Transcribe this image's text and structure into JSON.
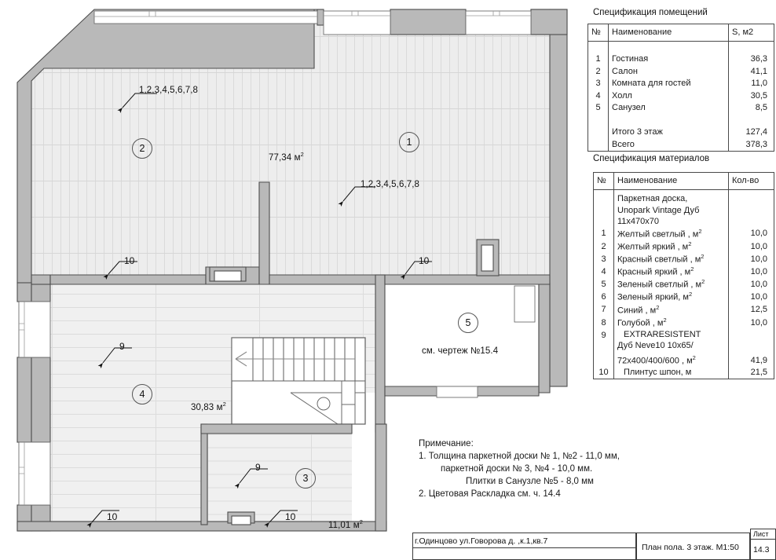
{
  "drawing": {
    "title": "План пола. 3 этаж. M1:50",
    "address": "г.Одинцово ул.Говорова д.      ,к.1,кв.7",
    "sheet_label": "Лист",
    "sheet_number": "14.3"
  },
  "rooms_spec": {
    "title": "Спецификация помещений",
    "headers": {
      "num": "№",
      "name": "Наименование",
      "area": "S, м2"
    },
    "rows": [
      {
        "num": "1",
        "name": "Гостиная",
        "area": "36,3"
      },
      {
        "num": "2",
        "name": "Салон",
        "area": "41,1"
      },
      {
        "num": "3",
        "name": "Комната для гостей",
        "area": "11,0"
      },
      {
        "num": "4",
        "name": "Холл",
        "area": "30,5"
      },
      {
        "num": "5",
        "name": "Санузел",
        "area": "8,5"
      }
    ],
    "totals": [
      {
        "name": "Итого 3 этаж",
        "area": "127,4"
      },
      {
        "name": "Всего",
        "area": "378,3"
      }
    ]
  },
  "materials_spec": {
    "title": "Спецификация материалов",
    "headers": {
      "num": "№",
      "name": "Наименование",
      "qty": "Кол-во"
    },
    "group_heading": [
      "Паркетная доска,",
      "Unopark Vintage Дуб",
      "11x470x70"
    ],
    "rows": [
      {
        "num": "1",
        "name": "Желтый светлый , м",
        "unit_sup": "2",
        "qty": "10,0"
      },
      {
        "num": "2",
        "name": "Желтый яркий , м",
        "unit_sup": "2",
        "qty": "10,0"
      },
      {
        "num": "3",
        "name": "Красный светлый , м",
        "unit_sup": "2",
        "qty": "10,0"
      },
      {
        "num": "4",
        "name": "Красный яркий , м",
        "unit_sup": "2",
        "qty": "10,0"
      },
      {
        "num": "5",
        "name": "Зеленый светлый , м",
        "unit_sup": "2",
        "qty": "10,0"
      },
      {
        "num": "6",
        "name": "Зеленый яркий, м",
        "unit_sup": "2",
        "qty": "10,0"
      },
      {
        "num": "7",
        "name": "Синий , м",
        "unit_sup": "2",
        "qty": "12,5"
      },
      {
        "num": "8",
        "name": "Голубой , м",
        "unit_sup": "2",
        "qty": "10,0"
      }
    ],
    "row9": {
      "num": "9",
      "line1": "EXTRARESISTENT",
      "line2": "Дуб Neve10 10x65/",
      "line3": "72x400/400/600 , м",
      "line3_sup": "2",
      "qty": "41,9"
    },
    "row10": {
      "num": "10",
      "name": "Плинтус шпон, м",
      "qty": "21,5"
    }
  },
  "notes": {
    "heading": "Примечание:",
    "lines": [
      "1. Толщина паркетной доски № 1, №2   - 11,0 мм,",
      "паркетной доски № 3, №4   - 10,0 мм.",
      "Плитки в Санузле №5     -  8,0 мм",
      "2. Цветовая Раскладка см. ч. 14.4"
    ]
  },
  "plan": {
    "room_tags": [
      {
        "id": "1",
        "label": "1"
      },
      {
        "id": "2",
        "label": "2"
      },
      {
        "id": "3",
        "label": "3"
      },
      {
        "id": "4",
        "label": "4"
      },
      {
        "id": "5",
        "label": "5"
      }
    ],
    "areas": [
      {
        "id": "salon",
        "value": "77,34 м",
        "sup": "2"
      },
      {
        "id": "hall",
        "value": "30,83 м",
        "sup": "2"
      },
      {
        "id": "guest",
        "value": "11,01 м",
        "sup": "2"
      }
    ],
    "material_callouts": [
      {
        "id": "upper-left",
        "text": "1,2,3,4,5,6,7,8"
      },
      {
        "id": "upper-right",
        "text": "1,2,3,4,5,6,7,8"
      }
    ],
    "leader_numbers": [
      {
        "id": "skirting-left-upper",
        "text": "10"
      },
      {
        "id": "skirting-right-upper",
        "text": "10"
      },
      {
        "id": "floor-hall",
        "text": "9"
      },
      {
        "id": "floor-guest",
        "text": "9"
      },
      {
        "id": "skirting-bottom-left",
        "text": "10"
      },
      {
        "id": "skirting-bottom-mid",
        "text": "10"
      }
    ],
    "bathroom_note": "см. чертеж №15.4"
  },
  "colors": {
    "wall_fill": "#b9b9b9",
    "wall_stroke": "#4d4d4d",
    "floor_upper": "#ececec",
    "floor_lower": "#efefef",
    "plank_line": "#d8d8d8",
    "white": "#ffffff",
    "text": "#111111"
  }
}
